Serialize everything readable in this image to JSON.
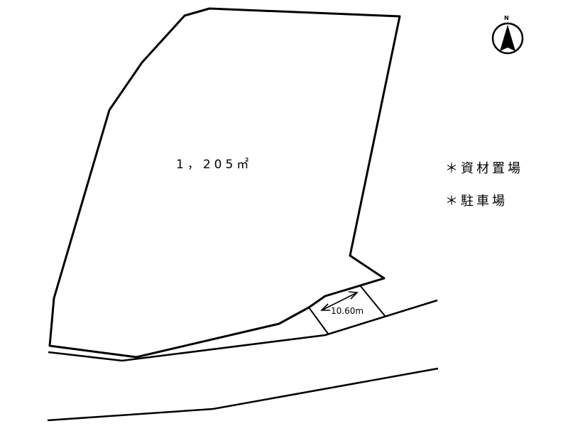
{
  "lot": {
    "area_label": "1，205㎡"
  },
  "frontage": {
    "width_label": "10.60m"
  },
  "usage": {
    "items": [
      "＊資材置場",
      "＊駐車場"
    ]
  },
  "compass": {
    "north_label": "N",
    "icon": "north-arrow-icon"
  },
  "colors": {
    "line": "#000000",
    "background": "#ffffff"
  }
}
